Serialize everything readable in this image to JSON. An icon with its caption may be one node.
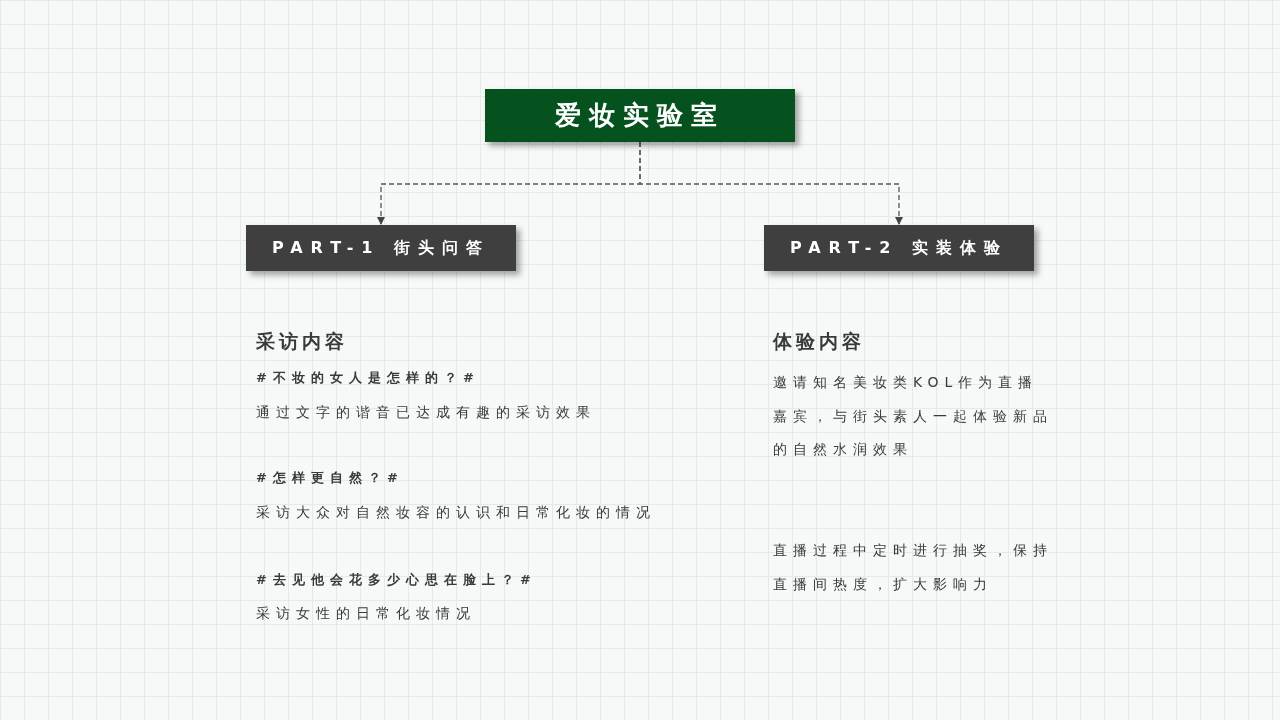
{
  "diagram": {
    "nodes": [
      {
        "text": [
          "爱妆实验室"
        ]
      },
      {
        "text": [
          "PART-1 街头问答"
        ]
      },
      {
        "text": [
          "PART-2 实装体验"
        ]
      }
    ],
    "edges": [
      {
        "from": 0,
        "to": 1,
        "arrow": "to",
        "style": "dashed"
      },
      {
        "from": 0,
        "to": 2,
        "arrow": "to",
        "style": "dashed"
      }
    ],
    "labels": [
      "采访内容",
      "#不妆的女人是怎样的？#",
      "通过文字的谐音已达成有趣的采访效果",
      "#怎样更自然？#",
      "采访大众对自然妆容的认识和日常化妆的情况",
      "#去见他会花多少心思在脸上？#",
      "采访女性的日常化妆情况",
      "体验内容",
      "邀请知名美妆类KOL作为直播嘉宾，与街头素人一起体验新品的自然水润效果",
      "直播过程中定时进行抽奖，保持直播间热度，扩大影响力"
    ]
  }
}
